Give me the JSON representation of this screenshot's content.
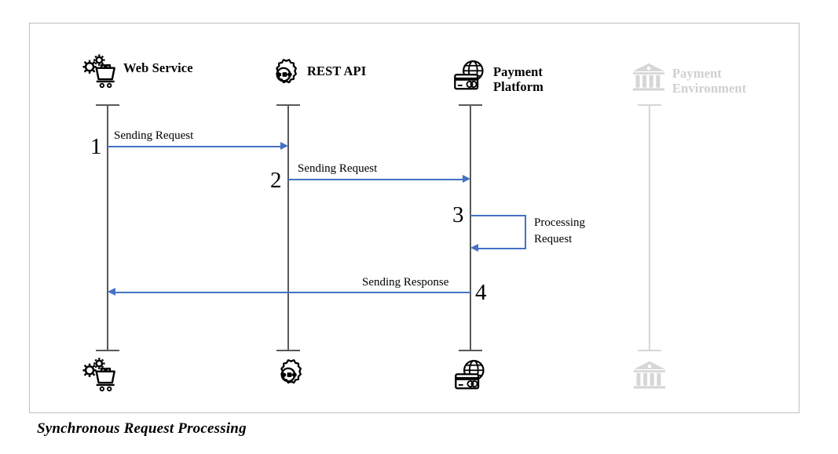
{
  "diagram": {
    "caption": "Synchronous Request Processing",
    "colors": {
      "message": "#4472C4",
      "lifeline": "#595959",
      "lifeline_muted": "#d6d6d6",
      "frame_border": "#bfbfbf",
      "label_muted": "#cfcfcf",
      "text": "#000000"
    },
    "actors": [
      {
        "name": "Web Service",
        "label": "Web Service",
        "icon": "gears-shopping-cart-icon",
        "state": "active"
      },
      {
        "name": "REST API",
        "label": "REST API",
        "icon": "gear-api-plug-icon",
        "state": "active"
      },
      {
        "name": "Payment Platform",
        "label": "Payment\nPlatform",
        "icon": "globe-credit-card-icon",
        "state": "active"
      },
      {
        "name": "Payment Environment",
        "label": "Payment\nEnvironment",
        "icon": "bank-building-icon",
        "state": "inactive"
      }
    ],
    "messages": [
      {
        "number": "1",
        "label": "Sending Request",
        "from": "Web Service",
        "to": "REST API",
        "direction": "right",
        "kind": "call"
      },
      {
        "number": "2",
        "label": "Sending Request",
        "from": "REST API",
        "to": "Payment Platform",
        "direction": "right",
        "kind": "call"
      },
      {
        "number": "3",
        "label": "Processing\nRequest",
        "from": "Payment Platform",
        "to": "Payment Platform",
        "direction": "self",
        "kind": "self-call"
      },
      {
        "number": "4",
        "label": "Sending Response",
        "from": "Payment Platform",
        "to": "Web Service",
        "direction": "left",
        "kind": "return"
      }
    ]
  }
}
